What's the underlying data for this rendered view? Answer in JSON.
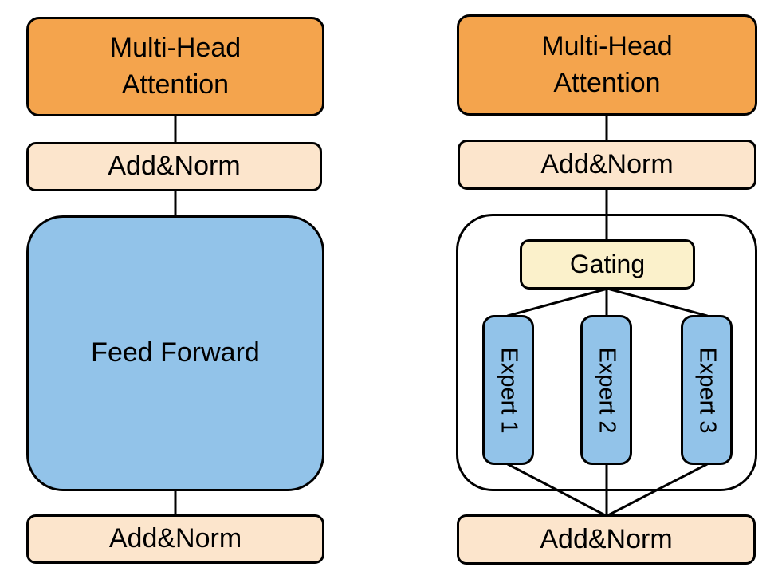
{
  "colors": {
    "attention": "#F4A44D",
    "add_norm": "#FCE5CC",
    "feed_forward": "#92C3E9",
    "expert": "#92C3E9",
    "gating": "#FBF1CB",
    "container": "#FFFFFF",
    "border": "#000000"
  },
  "left_block": {
    "multi_head_attention": "Multi-Head\nAttention",
    "add_norm_top": "Add&Norm",
    "feed_forward": "Feed Forward",
    "add_norm_bottom": "Add&Norm"
  },
  "right_block": {
    "multi_head_attention": "Multi-Head\nAttention",
    "add_norm_top": "Add&Norm",
    "gating": "Gating",
    "experts": [
      "Expert 1",
      "Expert 2",
      "Expert 3"
    ],
    "add_norm_bottom": "Add&Norm"
  },
  "edges": [
    [
      220,
      146,
      220,
      180
    ],
    [
      220,
      240,
      220,
      272
    ],
    [
      220,
      615,
      220,
      647
    ],
    [
      761,
      145,
      761,
      177
    ],
    [
      761,
      238,
      761,
      302
    ],
    [
      762,
      362,
      637,
      396
    ],
    [
      761,
      362,
      761,
      396
    ],
    [
      762,
      362,
      887,
      396
    ],
    [
      637,
      582,
      761,
      647
    ],
    [
      761,
      582,
      761,
      647
    ],
    [
      887,
      582,
      761,
      647
    ]
  ]
}
